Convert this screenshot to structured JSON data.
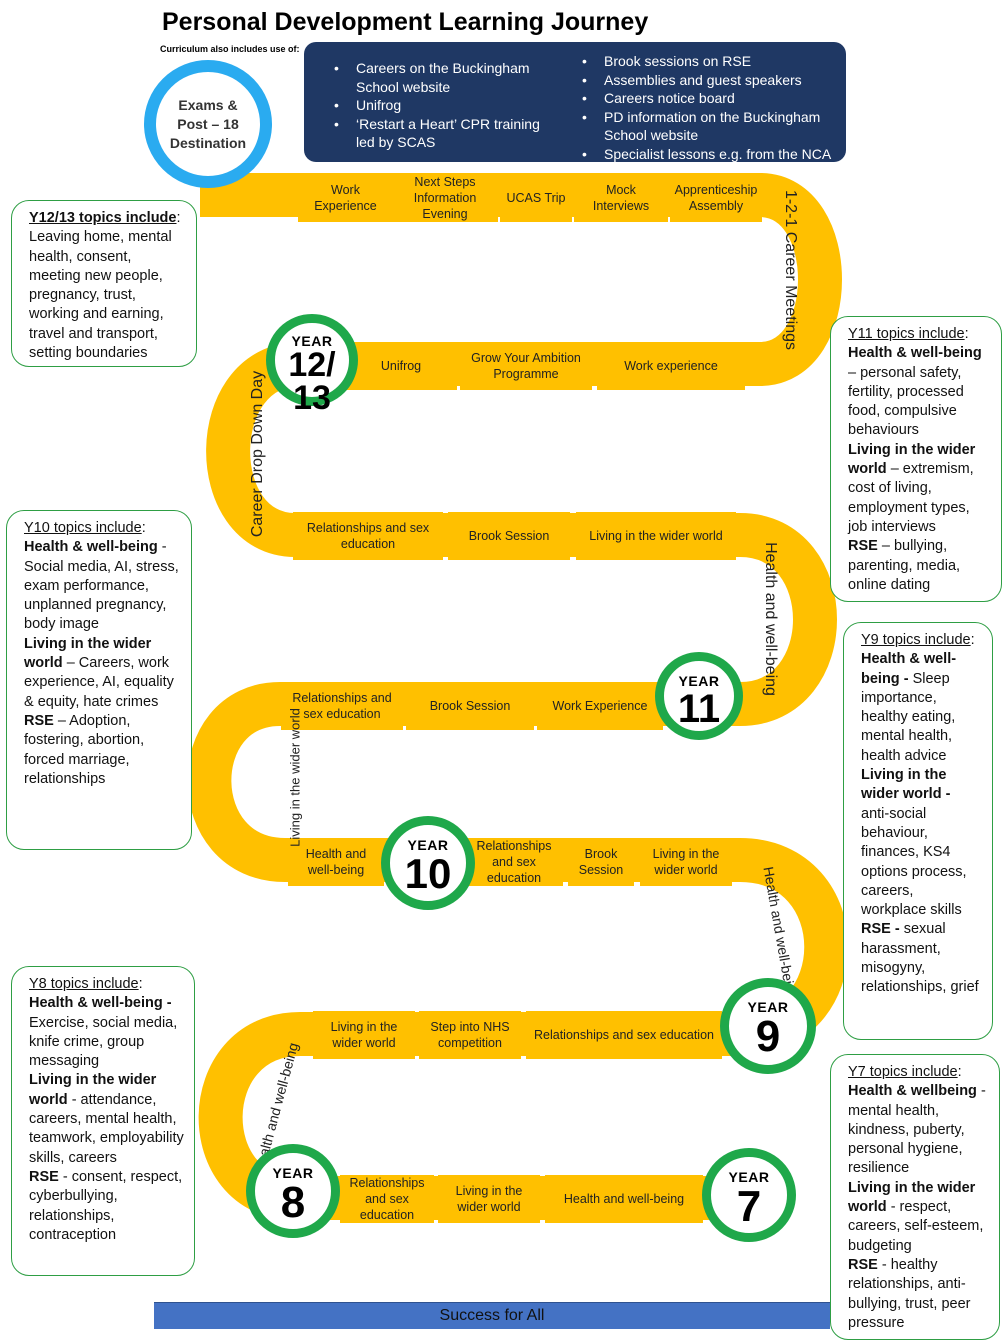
{
  "title": "Personal Development Learning Journey",
  "curriculum_note": "Curriculum also includes use of:",
  "curriculum_extras": {
    "left": [
      "Careers on the Buckingham School website",
      "Unifrog",
      "‘Restart a Heart’ CPR training led by SCAS"
    ],
    "right": [
      "Brook sessions on RSE",
      "Assemblies and guest speakers",
      "Careers notice board",
      "PD information on the Buckingham School website",
      "Specialist lessons e.g. from the NCA"
    ]
  },
  "destination": [
    "Exams &",
    "Post – 18",
    "Destination"
  ],
  "year_badges": [
    {
      "label": "YEAR",
      "number": "12/13"
    },
    {
      "label": "YEAR",
      "number": "11"
    },
    {
      "label": "YEAR",
      "number": "10"
    },
    {
      "label": "YEAR",
      "number": "9"
    },
    {
      "label": "YEAR",
      "number": "8"
    },
    {
      "label": "YEAR",
      "number": "7"
    }
  ],
  "path_steps": {
    "y12_top": [
      "Work Experience",
      "Next Steps Information Evening",
      "UCAS Trip",
      "Mock Interviews",
      "Apprenticeship Assembly"
    ],
    "y12_mid": [
      "Unifrog",
      "Grow Your Ambition Programme",
      "Work experience"
    ],
    "y11_row": [
      "Relationships and sex education",
      "Brook Session",
      "Living in the wider world"
    ],
    "y10_upper": [
      "Relationships and sex education",
      "Brook Session",
      "Work Experience"
    ],
    "y10_lower": [
      "Health and well-being",
      "Relationships and sex education",
      "Brook Session",
      "Living in the wider world"
    ],
    "y9_row": [
      "Living in the wider world",
      "Step into NHS competition",
      "Relationships and sex education"
    ],
    "y8_row": [
      "Relationships and sex education",
      "Living in the wider world",
      "Health and well-being"
    ]
  },
  "curve_labels": {
    "career_meetings": "1-2-1 Career Meetings",
    "drop_down_day": "Career Drop Down Day",
    "health_wellbeing_a": "Health and well-being",
    "living_wider_world": "Living in the wider world",
    "health_wellbeing_b": "Health and well-being",
    "health_wellbeing_c": "Health and well-being"
  },
  "topic_boxes": {
    "y12": {
      "heading": "Y12/13 topics include",
      "text": "Leaving home, mental health, consent, meeting new people, pregnancy, trust, working and earning, travel and transport, setting boundaries"
    },
    "y11": {
      "heading": "Y11 topics include",
      "hw_label": "Health & well-being",
      "hw_text": "– personal safety, fertility, processed food, compulsive behaviours",
      "lw_label": "Living in the wider world",
      "lw_text": "– extremism, cost of living, employment types, job interviews",
      "rse_label": "RSE",
      "rse_text": "– bullying, parenting, media, online dating"
    },
    "y10": {
      "heading": "Y10 topics include",
      "hw_label": "Health & well-being",
      "hw_text": "- Social media, AI, stress, exam performance, unplanned pregnancy, body image",
      "lw_label": "Living in the wider world",
      "lw_text": "– Careers, work experience, AI, equality & equity, hate crimes",
      "rse_label": "RSE",
      "rse_text": "– Adoption, fostering, abortion, forced marriage, relationships"
    },
    "y9": {
      "heading": "Y9 topics include",
      "hw_label": "Health & well-being -",
      "hw_text": "Sleep importance, healthy eating, mental health, health advice",
      "lw_label": "Living in the wider world -",
      "lw_text": "anti-social behaviour, finances, KS4 options process, careers, workplace skills",
      "rse_label": "RSE -",
      "rse_text": "sexual harassment, misogyny, relationships, grief"
    },
    "y8": {
      "heading": "Y8 topics include",
      "hw_label": "Health & well-being -",
      "hw_text": "Exercise, social media, knife crime, group messaging",
      "lw_label": "Living in the wider world",
      "lw_text": "- attendance, careers, mental health, teamwork, employability skills, careers",
      "rse_label": "RSE",
      "rse_text": "- consent, respect, cyberbullying, relationships, contraception"
    },
    "y7": {
      "heading": "Y7 topics include",
      "hw_label": "Health & wellbeing",
      "hw_text": "- mental health, kindness, puberty, personal hygiene, resilience",
      "lw_label": "Living in the wider world",
      "lw_text": "- respect, careers, self-esteem, budgeting",
      "rse_label": "RSE",
      "rse_text": "- healthy relationships, anti-bullying, trust, peer pressure"
    }
  },
  "footer": "Success for All",
  "colors": {
    "road": "#ffc000",
    "badge_ring": "#1fa84a",
    "destination_ring": "#2aabf0",
    "header_box": "#1f3864",
    "footer_bar": "#4472c4",
    "topic_border": "#2e9e44"
  }
}
